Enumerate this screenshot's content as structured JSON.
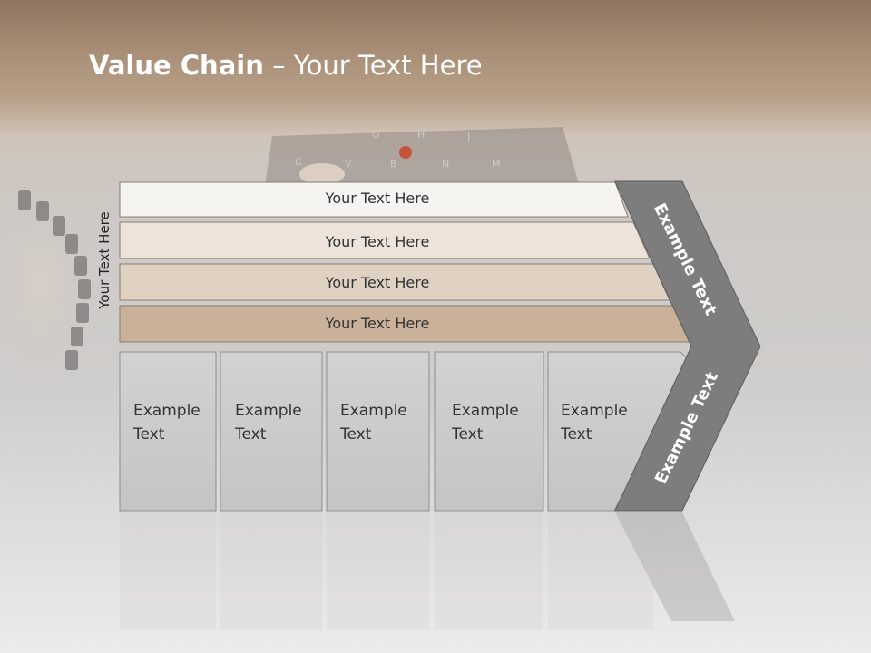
{
  "title": {
    "bold": "Value Chain",
    "rest": " – Your Text Here"
  },
  "side_label": "Your Text Here",
  "bars": [
    {
      "label": "Your Text Here",
      "color": "#f6f4f1"
    },
    {
      "label": "Your Text Here",
      "color": "#ede3da"
    },
    {
      "label": "Your Text Here",
      "color": "#e0d2c3"
    },
    {
      "label": "Your Text Here",
      "color": "#c9b19a"
    }
  ],
  "boxes": [
    {
      "line1": "Example",
      "line2": "Text"
    },
    {
      "line1": "Example",
      "line2": "Text"
    },
    {
      "line1": "Example",
      "line2": "Text"
    },
    {
      "line1": "Example",
      "line2": "Text"
    },
    {
      "line1": "Example",
      "line2": "Text"
    }
  ],
  "chevron": {
    "upper": "Example Text",
    "lower": "Example Text",
    "color": "#7d7d7d"
  }
}
